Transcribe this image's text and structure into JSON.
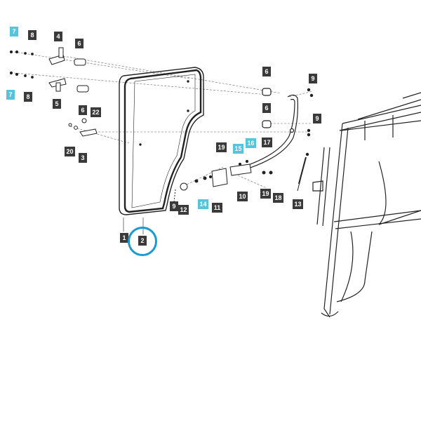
{
  "diagram": {
    "callouts": [
      "1",
      "2",
      "3",
      "4",
      "5",
      "6",
      "6",
      "6",
      "6",
      "7",
      "7",
      "8",
      "8",
      "9",
      "9",
      "9",
      "10",
      "11",
      "12",
      "13",
      "14",
      "15",
      "16",
      "17",
      "18",
      "19",
      "19",
      "20",
      "22"
    ],
    "highlighted_part": "2",
    "colors": {
      "callout_bg": "#3a3a3a",
      "callout_highlight": "#56c4db",
      "highlight_ring": "#1a9ad1",
      "line": "#333333"
    }
  }
}
